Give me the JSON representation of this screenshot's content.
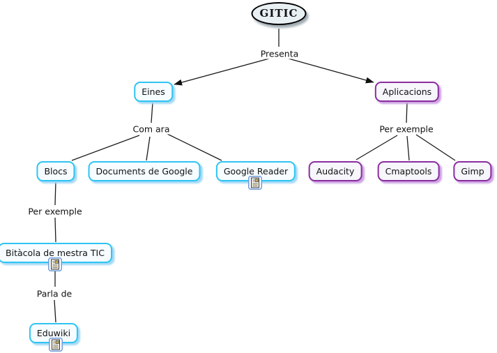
{
  "map": {
    "title": "GITIC concept map",
    "nodes": {
      "gitic": {
        "label": "GITIC",
        "shape": "ellipse",
        "style": "root"
      },
      "eines": {
        "label": "Eines",
        "shape": "rounded-rect",
        "style": "cyan"
      },
      "aplicacions": {
        "label": "Aplicacions",
        "shape": "rounded-rect",
        "style": "purple"
      },
      "blocs": {
        "label": "Blocs",
        "shape": "rounded-rect",
        "style": "cyan"
      },
      "documents": {
        "label": "Documents de Google",
        "shape": "rounded-rect",
        "style": "cyan"
      },
      "reader": {
        "label": "Google Reader",
        "shape": "rounded-rect",
        "style": "cyan",
        "resource_icon": "document-resource-icon"
      },
      "audacity": {
        "label": "Audacity",
        "shape": "rounded-rect",
        "style": "purple"
      },
      "cmaptools": {
        "label": "Cmaptools",
        "shape": "rounded-rect",
        "style": "purple"
      },
      "gimp": {
        "label": "Gimp",
        "shape": "rounded-rect",
        "style": "purple"
      },
      "bitacola": {
        "label": "Bitàcola de mestra TIC",
        "shape": "rounded-rect",
        "style": "cyan",
        "resource_icon": "document-resource-icon"
      },
      "eduwiki": {
        "label": "Eduwiki",
        "shape": "rounded-rect",
        "style": "cyan",
        "resource_icon": "document-resource-icon"
      }
    },
    "linking_phrases": {
      "presenta": {
        "label": "Presenta"
      },
      "com_ara": {
        "label": "Com ara"
      },
      "per_exemple_right": {
        "label": "Per exemple"
      },
      "per_exemple_left": {
        "label": "Per exemple"
      },
      "parla_de": {
        "label": "Parla de"
      }
    },
    "relations": [
      {
        "from": "GITIC",
        "phrase": "Presenta",
        "to": [
          "Eines",
          "Aplicacions"
        ],
        "arrows": true
      },
      {
        "from": "Eines",
        "phrase": "Com ara",
        "to": [
          "Blocs",
          "Documents de Google",
          "Google Reader"
        ],
        "arrows": false
      },
      {
        "from": "Aplicacions",
        "phrase": "Per exemple",
        "to": [
          "Audacity",
          "Cmaptools",
          "Gimp"
        ],
        "arrows": false
      },
      {
        "from": "Blocs",
        "phrase": "Per exemple",
        "to": [
          "Bitàcola de mestra TIC"
        ],
        "arrows": false
      },
      {
        "from": "Bitàcola de mestra TIC",
        "phrase": "Parla de",
        "to": [
          "Eduwiki"
        ],
        "arrows": false
      }
    ],
    "colors": {
      "background": "#ffffff",
      "cyan_border": "#2ec4f3",
      "cyan_fill": "#f6fcff",
      "cyan_shadow": "#a3d9f6",
      "purple_border": "#8a2d9e",
      "purple_fill": "#f6f6fb",
      "purple_shadow": "#cda3e3",
      "ellipse_fill": "#e9f0f3",
      "ellipse_border": "#000000",
      "line_color": "#1b1b1b",
      "resource_icon_border": "#6f9bd8"
    }
  }
}
